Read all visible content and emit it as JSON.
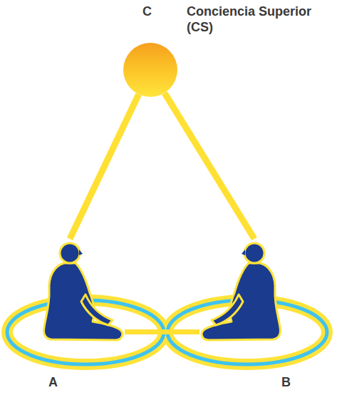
{
  "diagram": {
    "nodes": [
      {
        "text": [
          "C",
          "Conciencia Superior (CS)"
        ]
      },
      {
        "text": [
          "A"
        ]
      },
      {
        "text": [
          "B"
        ]
      }
    ],
    "edges": [
      {
        "from": 0,
        "to": 1,
        "arrow": "none"
      },
      {
        "from": 0,
        "to": 2,
        "arrow": "none"
      },
      {
        "from": 1,
        "to": 2,
        "arrow": "none"
      }
    ]
  }
}
